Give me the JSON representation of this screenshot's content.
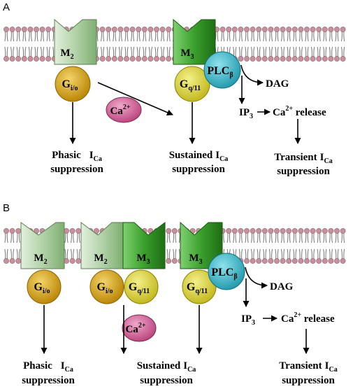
{
  "panels": [
    {
      "letter": "A",
      "receptors": [
        {
          "name": "M",
          "sub": "2",
          "color": "#b2d2a8"
        },
        {
          "name": "M",
          "sub": "3",
          "color": "#3a9f2c"
        }
      ],
      "g_proteins": [
        {
          "name": "G",
          "sub": "i/o",
          "color": "#d7a418"
        },
        {
          "name": "G",
          "sub": "q/11",
          "color": "#dcd534"
        }
      ],
      "plc": {
        "name": "PLC",
        "sub": "β",
        "color": "#3bb6c8"
      },
      "calcium": {
        "name": "Ca",
        "sup": "2+",
        "color": "#d46a9c"
      },
      "dag": "DAG",
      "ip3": {
        "name": "IP",
        "sub": "3"
      },
      "release": {
        "name": "Ca",
        "sup": "2+",
        "suffix": " release"
      },
      "outcomes": [
        {
          "line1": "Phasic",
          "current": "I",
          "current_sub": "Ca",
          "line2": "suppression"
        },
        {
          "line1": "Sustained",
          "current": "I",
          "current_sub": "Ca",
          "line2": "suppression"
        },
        {
          "line1": "Transient",
          "current": "I",
          "current_sub": "Ca",
          "line2": "suppression"
        }
      ]
    },
    {
      "letter": "B",
      "receptors": [
        {
          "name": "M",
          "sub": "2",
          "color": "#b2d2a8"
        },
        {
          "name": "M",
          "sub": "2",
          "color": "#b2d2a8"
        },
        {
          "name": "M",
          "sub": "3",
          "color": "#3a9f2c"
        },
        {
          "name": "M",
          "sub": "3",
          "color": "#3a9f2c"
        }
      ],
      "g_proteins": [
        {
          "name": "G",
          "sub": "i/o",
          "color": "#d7a418"
        },
        {
          "name": "G",
          "sub": "i/o",
          "color": "#d7a418"
        },
        {
          "name": "G",
          "sub": "q/11",
          "color": "#dcd534"
        },
        {
          "name": "G",
          "sub": "q/11",
          "color": "#dcd534"
        }
      ],
      "plc": {
        "name": "PLC",
        "sub": "β",
        "color": "#3bb6c8"
      },
      "calcium": {
        "name": "Ca",
        "sup": "2+",
        "color": "#d46a9c"
      },
      "dag": "DAG",
      "ip3": {
        "name": "IP",
        "sub": "3"
      },
      "release": {
        "name": "Ca",
        "sup": "2+",
        "suffix": " release"
      },
      "outcomes": [
        {
          "line1": "Phasic",
          "current": "I",
          "current_sub": "Ca",
          "line2": "suppression"
        },
        {
          "line1": "Sustained",
          "current": "I",
          "current_sub": "Ca",
          "line2": "suppression"
        },
        {
          "line1": "Transient",
          "current": "I",
          "current_sub": "Ca",
          "line2": "suppression"
        }
      ]
    }
  ],
  "colors": {
    "lipid_head": "#c8909c",
    "lipid_tail": "#777777",
    "arrow": "#000000"
  }
}
